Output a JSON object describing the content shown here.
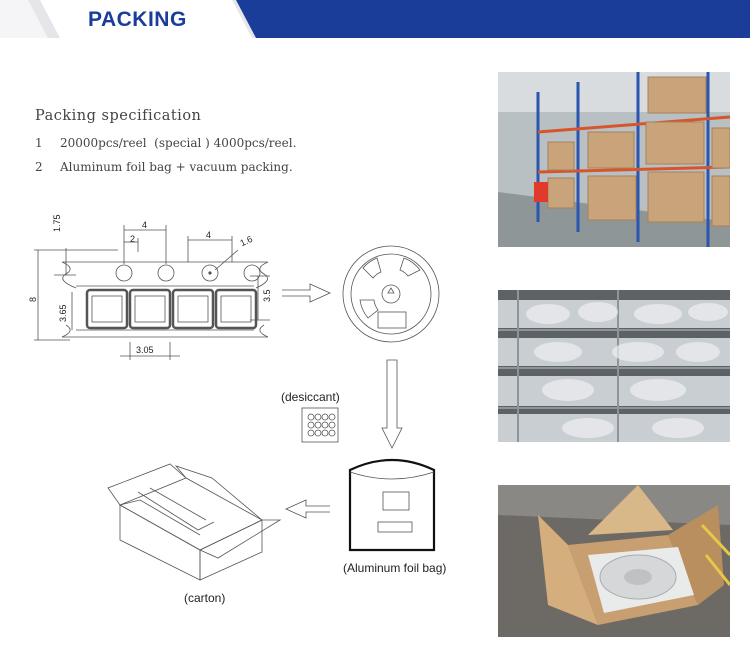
{
  "header": {
    "title": "PACKING",
    "colors": {
      "blue": "#1a3d9a",
      "light": "#e6e6ea"
    }
  },
  "spec": {
    "title": "Packing specification",
    "items": [
      {
        "num": "1",
        "text": "20000pcs/reel  (special ) 4000pcs/reel."
      },
      {
        "num": "2",
        "text": "Aluminum foil bag + vacuum packing."
      }
    ]
  },
  "tape": {
    "dims": {
      "d175": "1.75",
      "d4a": "4",
      "d2": "2",
      "d4b": "4",
      "d16": "1.6",
      "d8": "8",
      "d365": "3.65",
      "d35": "3.5",
      "d305": "3.05"
    }
  },
  "labels": {
    "desiccant": "(desiccant)",
    "foil_bag": "(Aluminum foil bag)",
    "carton": "(carton)"
  }
}
